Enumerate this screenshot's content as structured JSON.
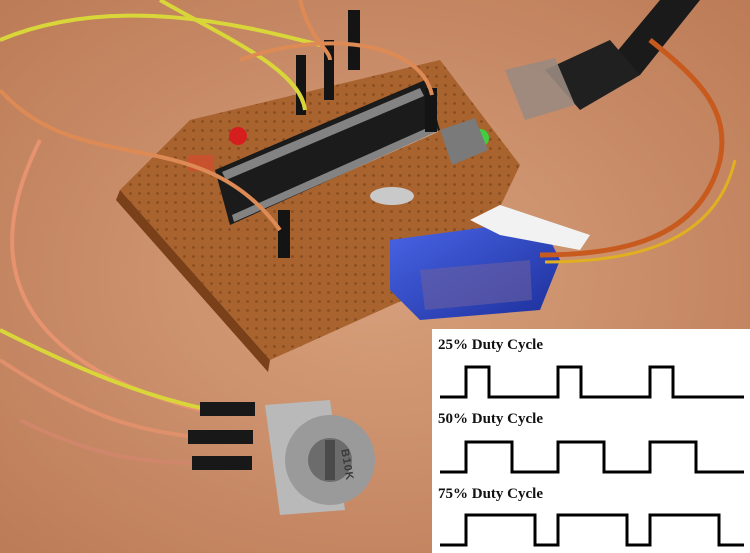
{
  "photo": {
    "background_color": "#c98a68",
    "pcb_color": "#a8632e",
    "mcu_color": "#1b1b1b",
    "servo_color": "#2b46c8",
    "wire_yellow": "#d9d63a",
    "wire_orange": "#dd8a55",
    "wire_black": "#222222",
    "pot_marking": "B10K"
  },
  "pwm_panel": {
    "signals": [
      {
        "label": "25% Duty Cycle",
        "duty": 0.25
      },
      {
        "label": "50% Duty Cycle",
        "duty": 0.5
      },
      {
        "label": "75% Duty Cycle",
        "duty": 0.75
      }
    ],
    "line_color": "#000000"
  }
}
